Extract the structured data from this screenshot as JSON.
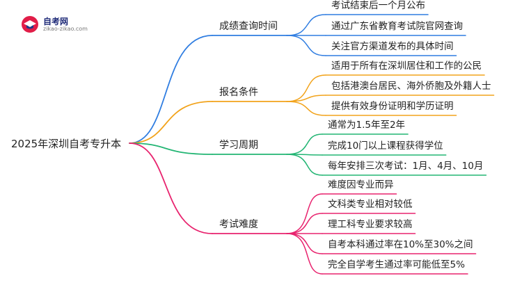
{
  "logo": {
    "name": "自考网",
    "url": "zikao-zikao.com",
    "accent": "#1e3a8a",
    "accent2": "#e11d48"
  },
  "mindmap": {
    "root": "2025年深圳自考专升本",
    "branches": [
      {
        "label": "成绩查询时间",
        "color": "#2f7de1",
        "leaves": [
          "考试结束后一个月公布",
          "通过广东省教育考试院官网查询",
          "关注官方渠道发布的具体时间"
        ]
      },
      {
        "label": "报名条件",
        "color": "#f2a31b",
        "leaves": [
          "适用于所有在深圳居住和工作的公民",
          "包括港澳台居民、海外侨胞及外籍人士",
          "提供有效身份证明和学历证明"
        ]
      },
      {
        "label": "学习周期",
        "color": "#22b573",
        "leaves": [
          "通常为1.5年至2年",
          "完成10门以上课程获得学位",
          "每年安排三次考试：1月、4月、10月"
        ]
      },
      {
        "label": "考试难度",
        "color": "#e8236e",
        "leaves": [
          "难度因专业而异",
          "文科类专业相对较低",
          "理工科专业要求较高",
          "自考本科通过率在10%至30%之间",
          "完全自学考生通过率可能低至5%"
        ]
      }
    ]
  }
}
